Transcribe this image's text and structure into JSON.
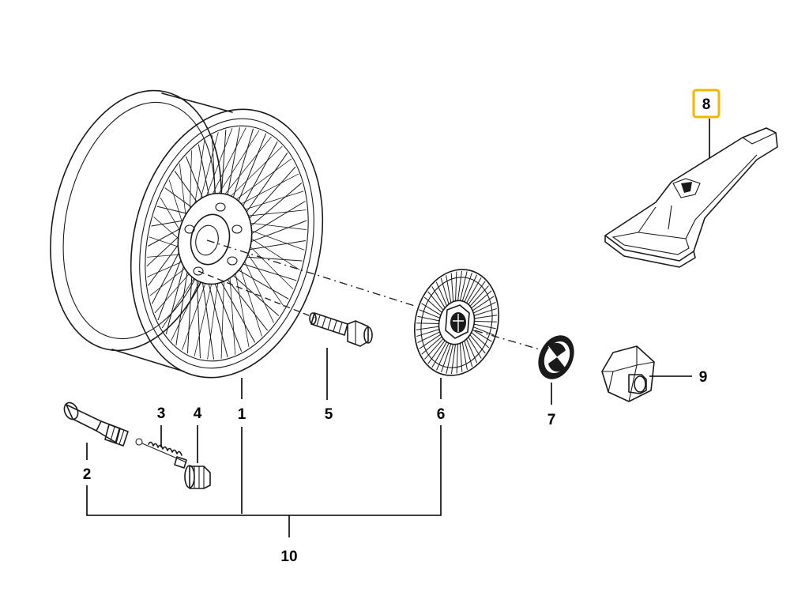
{
  "diagram": {
    "colors": {
      "line": "#1a1a1a",
      "highlight": "#f2b600",
      "badge_bg": "#ffffff"
    },
    "highlighted": "8",
    "parts": [
      {
        "id": "1",
        "icon": "wire-spoke-wheel-icon"
      },
      {
        "id": "2",
        "icon": "valve-stem-icon"
      },
      {
        "id": "3",
        "icon": "valve-core-icon"
      },
      {
        "id": "4",
        "icon": "valve-cap-icon"
      },
      {
        "id": "5",
        "icon": "wheel-bolt-icon"
      },
      {
        "id": "6",
        "icon": "hub-cap-icon"
      },
      {
        "id": "7",
        "icon": "emblem-icon"
      },
      {
        "id": "8",
        "icon": "hubcap-puller-tool-icon"
      },
      {
        "id": "9",
        "icon": "hub-nut-icon"
      },
      {
        "id": "10",
        "icon": "wheel-assembly-icon"
      }
    ]
  }
}
